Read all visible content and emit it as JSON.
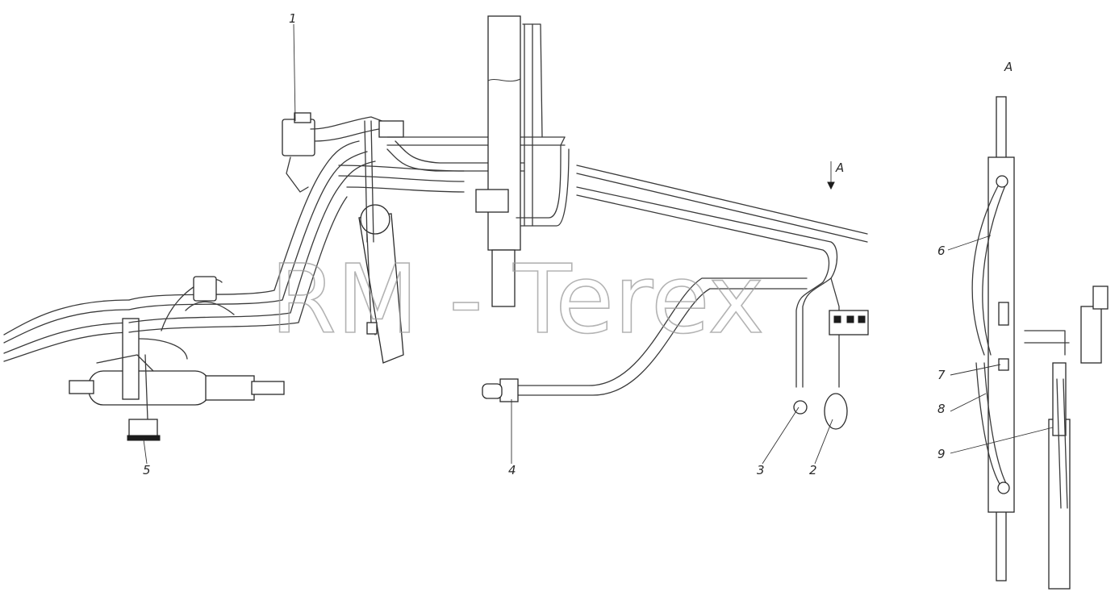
{
  "drawing": {
    "view_label": "A",
    "view_arrow_label": "A",
    "watermark": "RM - Terex",
    "callouts": [
      "1",
      "2",
      "3",
      "4",
      "5",
      "6",
      "7",
      "8",
      "9"
    ]
  }
}
